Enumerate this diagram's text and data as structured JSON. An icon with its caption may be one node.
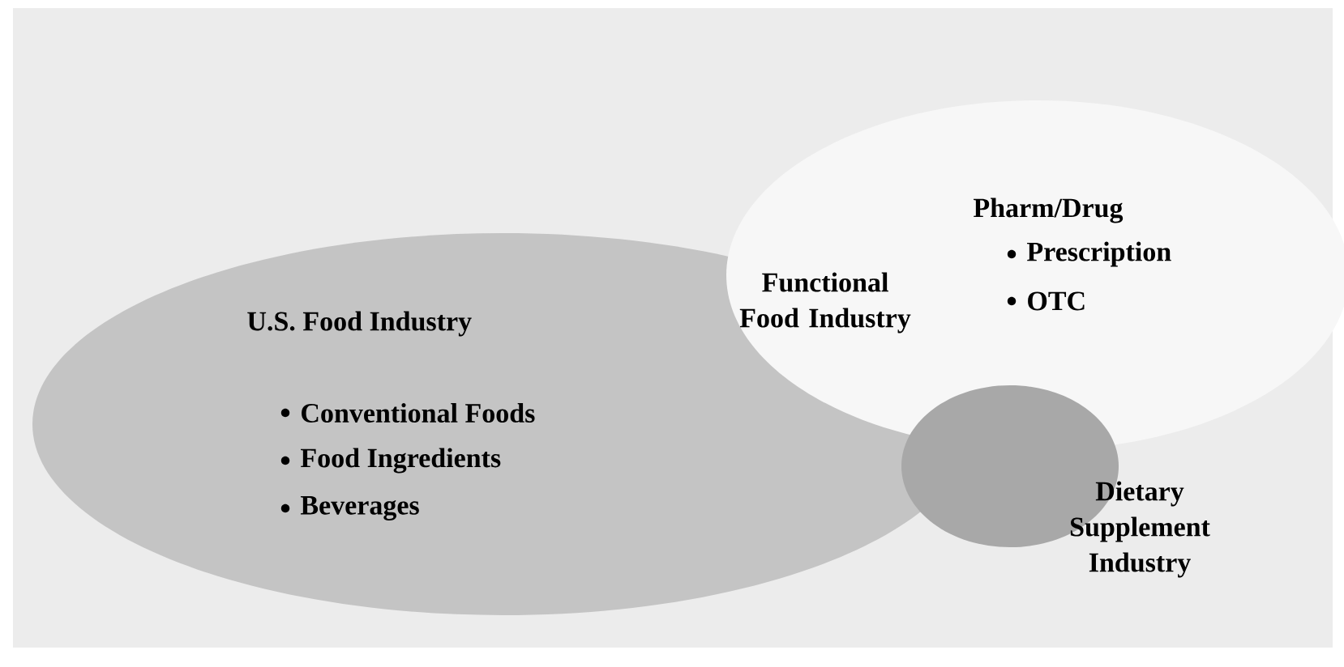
{
  "diagram": {
    "nodes": [
      {
        "text": [
          "U.S. Food Industry",
          "Conventional Foods",
          "Food Ingredients",
          "Beverages"
        ]
      },
      {
        "text": [
          "Pharm/Drug",
          "Prescription",
          "OTC"
        ]
      },
      {
        "text": [
          "Dietary Supplement Industry"
        ]
      }
    ],
    "labels": [
      "Functional Food Industry"
    ]
  }
}
